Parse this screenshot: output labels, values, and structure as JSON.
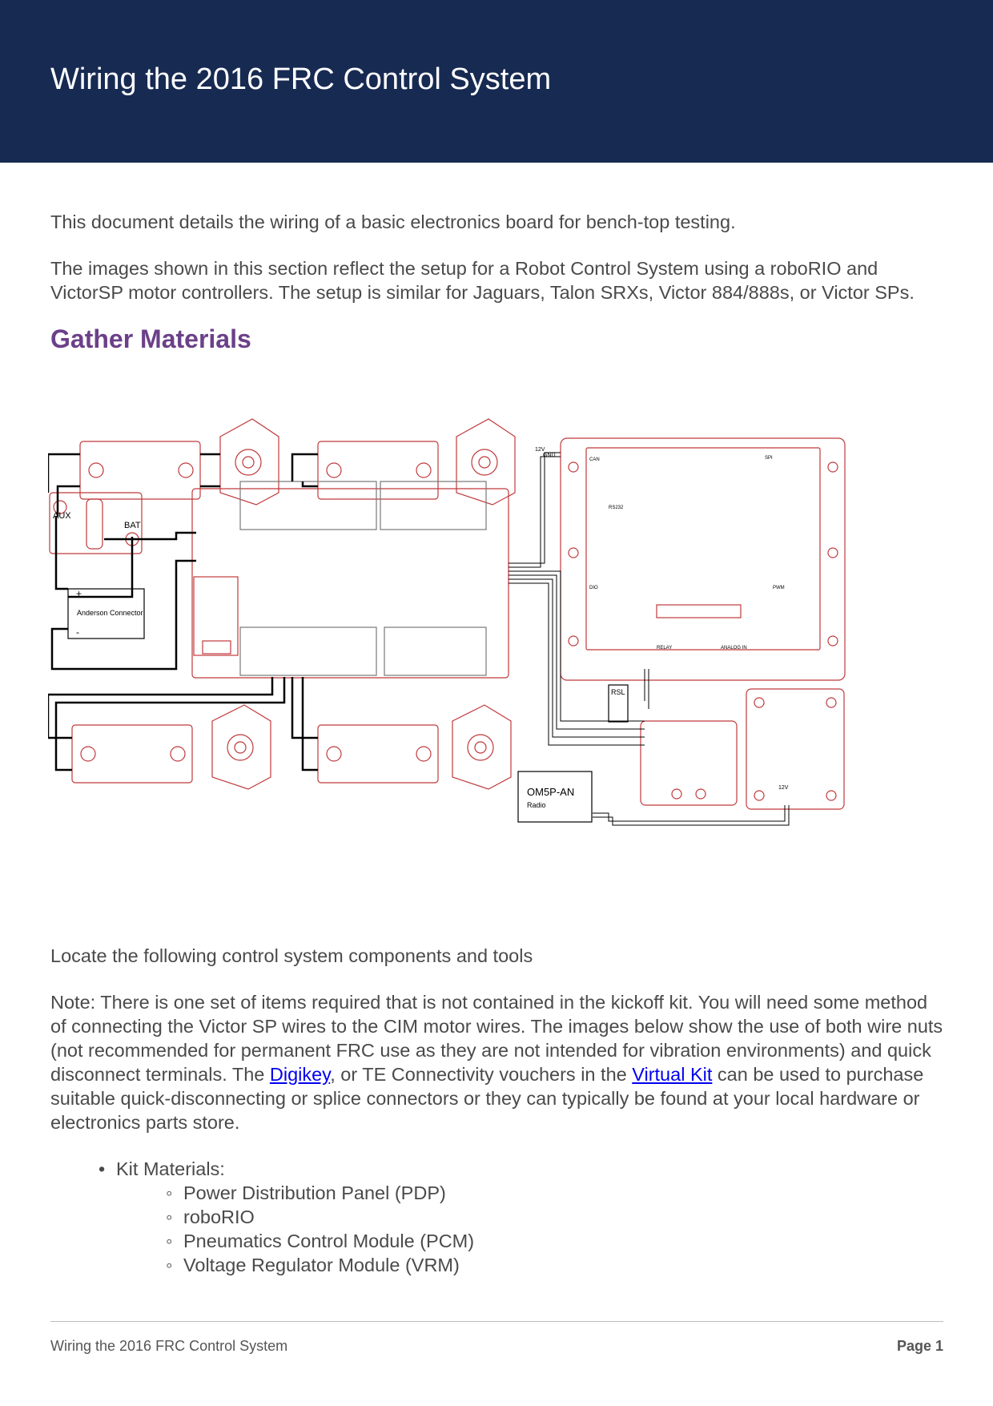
{
  "header": {
    "title": "Wiring the 2016 FRC Control System"
  },
  "intro": {
    "p1": "This document details the wiring of a basic electronics board for bench-top testing.",
    "p2": "The images shown in this section reflect the setup for a Robot Control System using a roboRIO and VictorSP motor controllers. The setup is similar for Jaguars, Talon SRXs, Victor 884/888s, or Victor SPs."
  },
  "section": {
    "heading": "Gather Materials"
  },
  "diagram": {
    "labels": {
      "aux": "AUX",
      "bat": "BAT",
      "anderson": "Anderson Connector",
      "plus": "+",
      "minus": "-",
      "radio": "OM5P-AN",
      "radio_sub": "Radio",
      "v12": "12V",
      "gnd": "GND",
      "rsl": "RSL",
      "can": "CAN",
      "pwm": "PWM",
      "dio": "DIO",
      "relay": "RELAY",
      "analog": "ANALOG IN",
      "spi": "SPI",
      "rs232": "RS232",
      "pcm_12v": "12V"
    }
  },
  "body": {
    "locate": "Locate the following control system components and tools",
    "note_part1": "Note: There is one set of items required that is not contained in the kickoff kit. You will need some method of connecting the Victor SP wires to the CIM motor wires. The images below show the use of both wire nuts (not recommended for permanent FRC use as they are not intended for vibration environments) and quick disconnect terminals. The ",
    "link_digikey": "Digikey",
    "note_part2": ", or TE Connectivity vouchers in the ",
    "link_virtual_kit": "Virtual Kit",
    "note_part3": " can be used to purchase suitable quick-disconnecting or splice connectors or they can typically be found at your local hardware or electronics parts store."
  },
  "kit": {
    "label": "Kit Materials:",
    "items": [
      "Power Distribution Panel (PDP)",
      "roboRIO",
      "Pneumatics Control Module (PCM)",
      "Voltage Regulator Module (VRM)"
    ]
  },
  "footer": {
    "left": "Wiring the 2016 FRC Control System",
    "right": "Page 1"
  },
  "colors": {
    "header_bg": "#172a52",
    "heading_purple": "#6b4089",
    "component_outline": "#c0393b",
    "wire": "#000000"
  }
}
